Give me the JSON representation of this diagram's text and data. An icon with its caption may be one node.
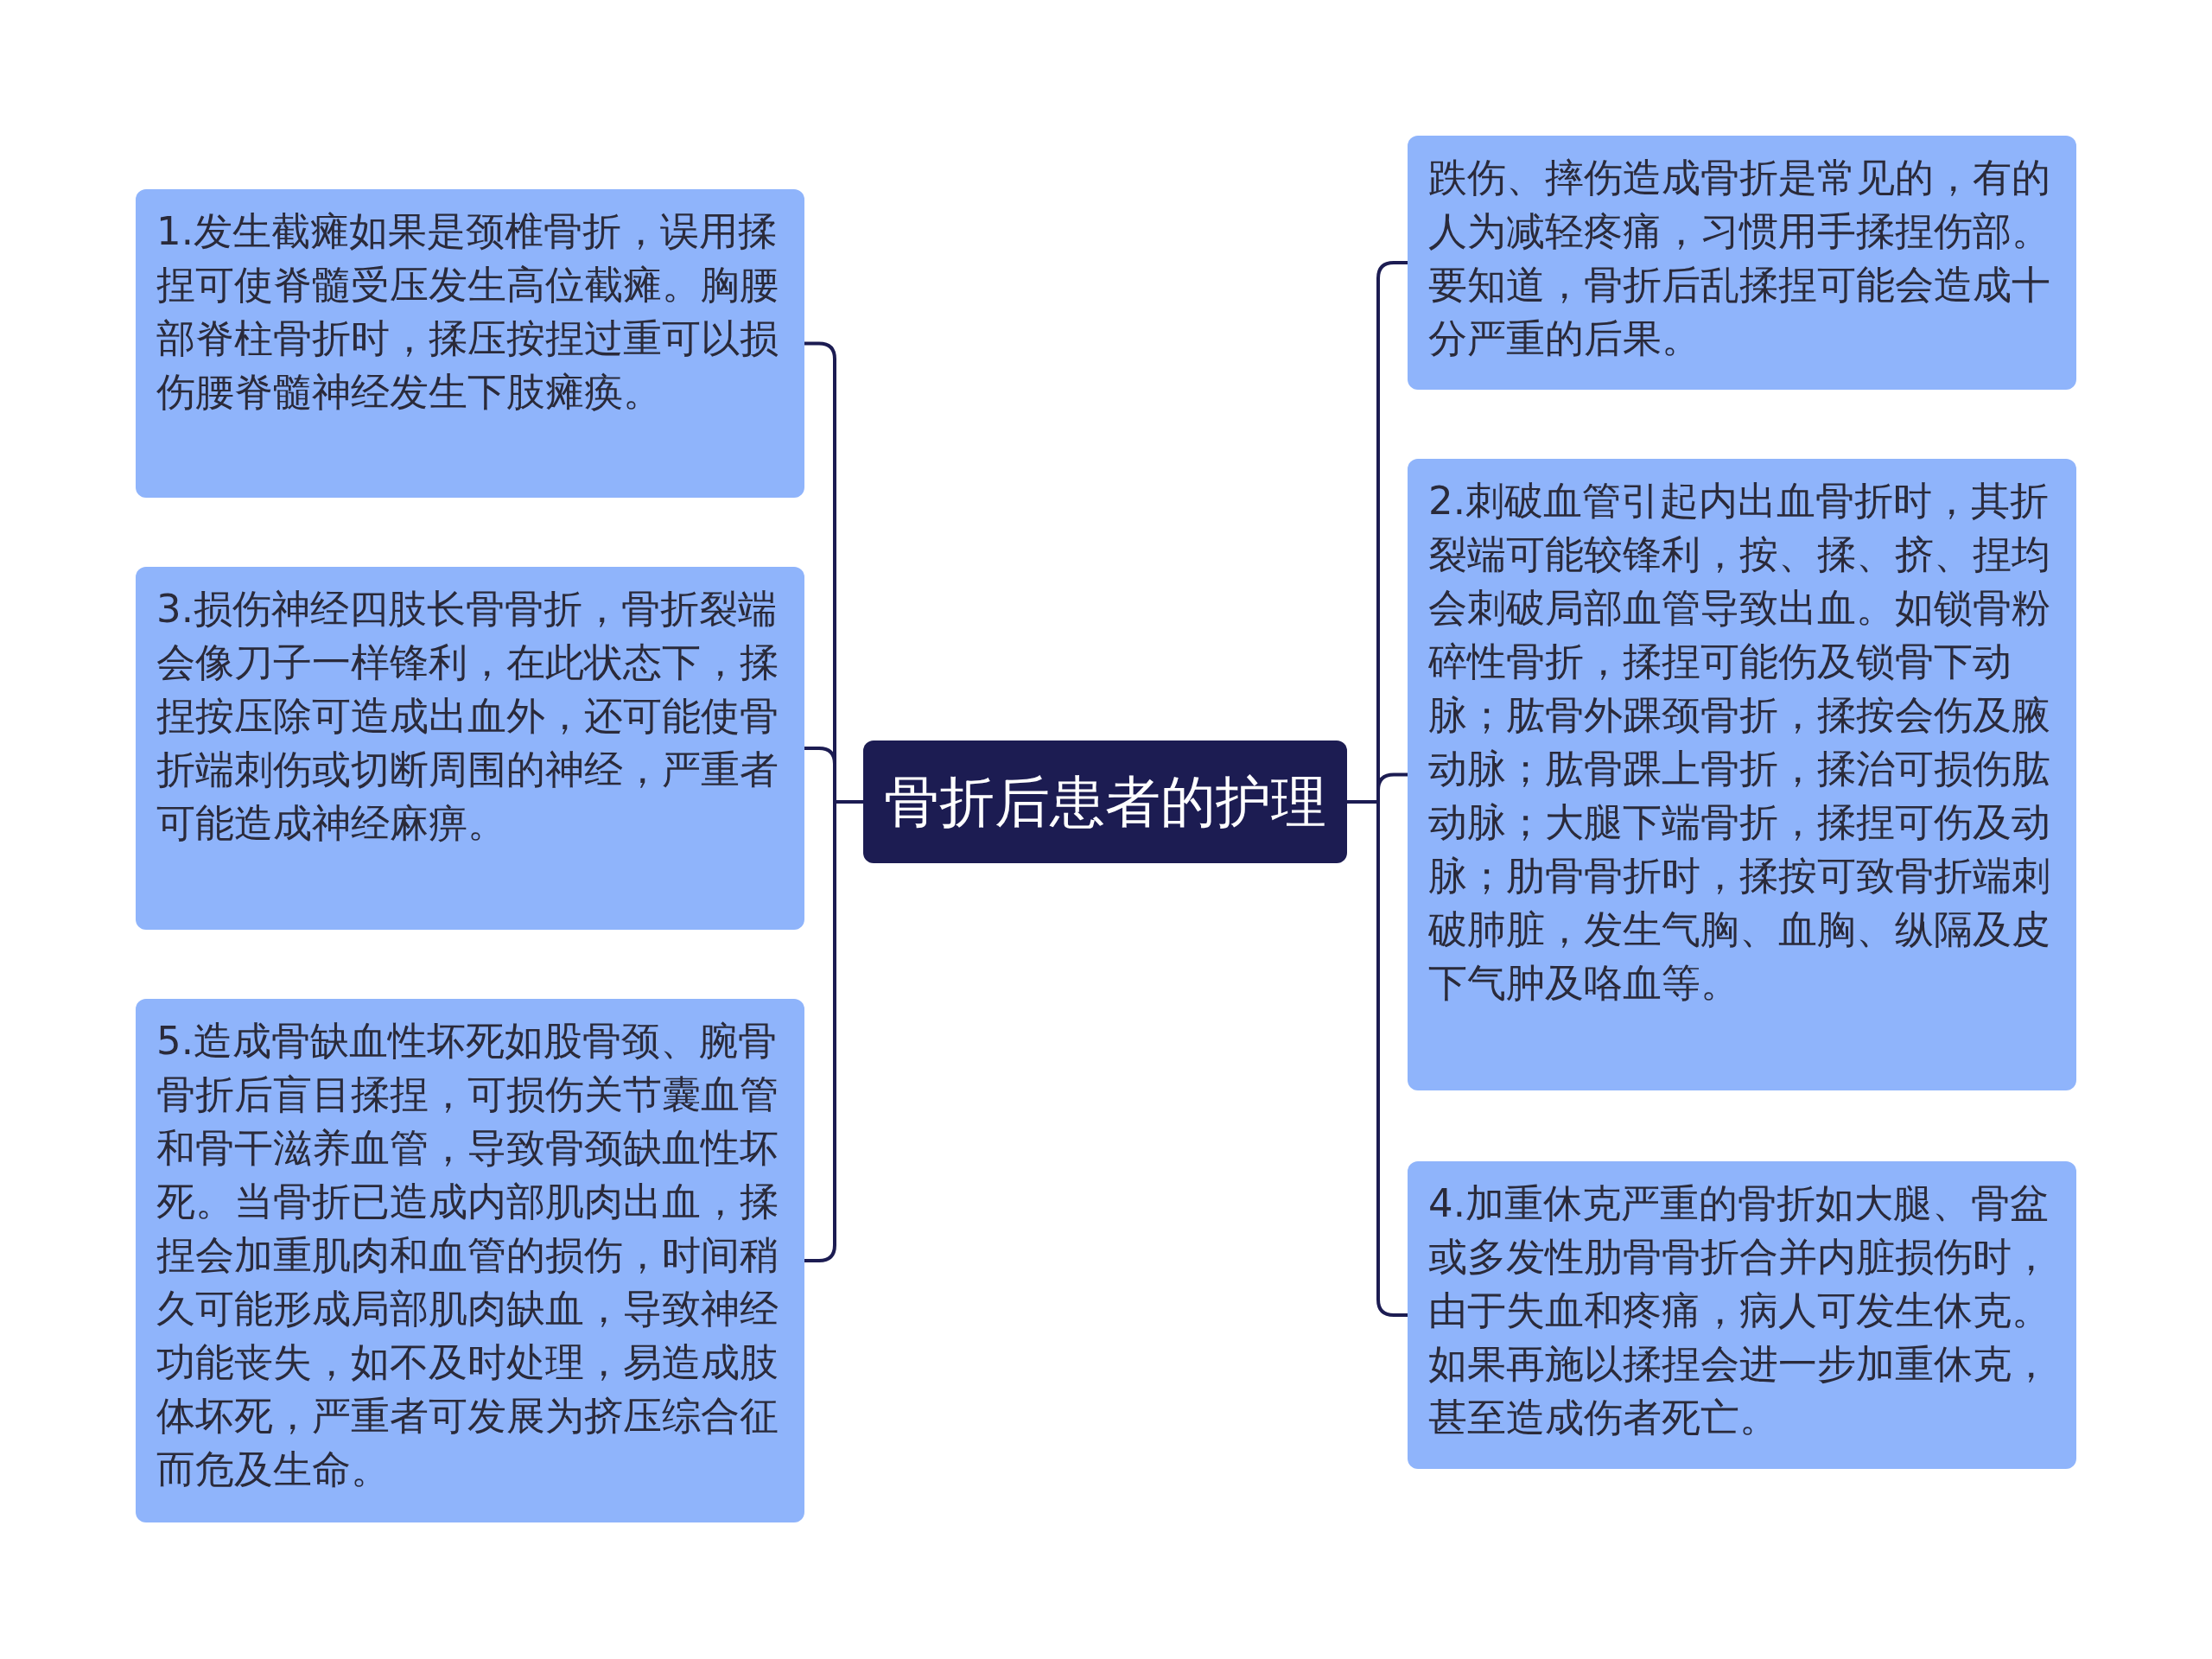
{
  "diagram": {
    "nodes": [
      {
        "text": [
          "骨折后患者的护理"
        ]
      },
      {
        "text": [
          "1.发生截瘫如果是颈椎骨折，误用揉捏可使脊髓受压发生高位截瘫。胸腰部脊柱骨折时，揉压按捏过重可以损伤腰脊髓神经发生下肢瘫痪。"
        ]
      },
      {
        "text": [
          "3.损伤神经四肢长骨骨折，骨折裂端会像刀子一样锋利，在此状态下，揉捏按压除可造成出血外，还可能使骨折端刺伤或切断周围的神经，严重者可能造成神经麻痹。"
        ]
      },
      {
        "text": [
          "5.造成骨缺血性坏死如股骨颈、腕骨骨折后盲目揉捏，可损伤关节囊血管和骨干滋养血管，导致骨颈缺血性坏死。当骨折已造成内部肌肉出血，揉捏会加重肌肉和血管的损伤，时间稍久可能形成局部肌肉缺血，导致神经功能丧失，如不及时处理，易造成肢体坏死，严重者可发展为挤压综合征而危及生命。"
        ]
      },
      {
        "text": [
          "跌伤、摔伤造成骨折是常见的，有的人为减轻疼痛，习惯用手揉捏伤部。要知道，骨折后乱揉捏可能会造成十分严重的后果。"
        ]
      },
      {
        "text": [
          "2.刺破血管引起内出血骨折时，其折裂端可能较锋利，按、揉、挤、捏均会刺破局部血管导致出血。如锁骨粉碎性骨折，揉捏可能伤及锁骨下动脉；肱骨外踝颈骨折，揉按会伤及腋动脉；肱骨踝上骨折，揉治可损伤肱动脉；大腿下端骨折，揉捏可伤及动脉；肋骨骨折时，揉按可致骨折端刺破肺脏，发生气胸、血胸、纵隔及皮下气肿及咯血等。"
        ]
      },
      {
        "text": [
          "4.加重休克严重的骨折如大腿、骨盆或多发性肋骨骨折合并内脏损伤时，由于失血和疼痛，病人可发生休克。如果再施以揉捏会进一步加重休克，甚至造成伤者死亡。"
        ]
      }
    ],
    "edges": [
      {
        "from": 0,
        "to": 1,
        "arrow": "none"
      },
      {
        "from": 0,
        "to": 2,
        "arrow": "none"
      },
      {
        "from": 0,
        "to": 3,
        "arrow": "none"
      },
      {
        "from": 0,
        "to": 4,
        "arrow": "none"
      },
      {
        "from": 0,
        "to": 5,
        "arrow": "none"
      },
      {
        "from": 0,
        "to": 6,
        "arrow": "none"
      }
    ]
  }
}
